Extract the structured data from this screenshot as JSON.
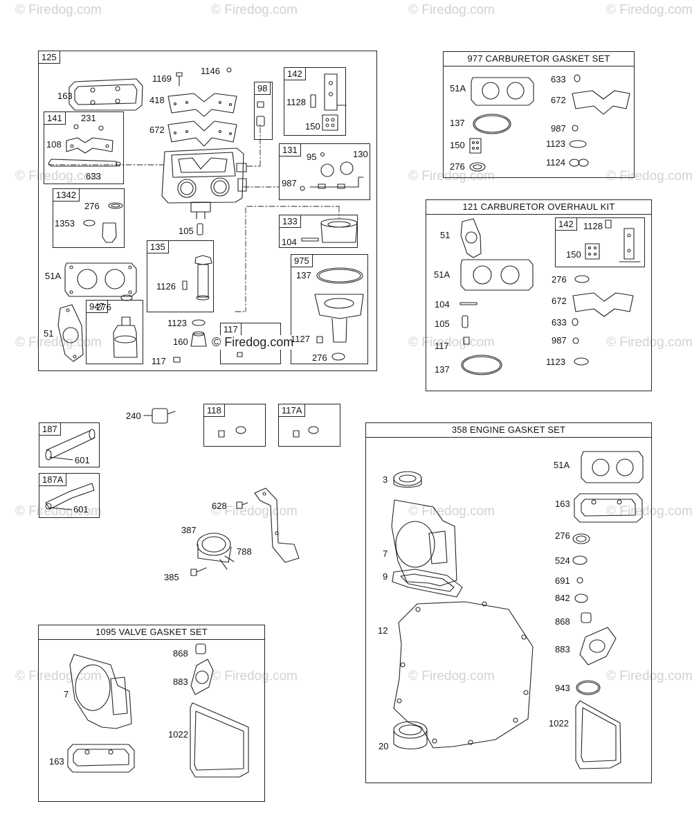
{
  "watermark": "© Firedog.com",
  "center_watermark": "© Firedog.com",
  "main_box": {
    "tag": "125"
  },
  "sub_boxes": {
    "b141": "141",
    "b1342": "1342",
    "b947": "947",
    "b98": "98",
    "b142": "142",
    "b131": "131",
    "b133": "133",
    "b135": "135",
    "b975": "975",
    "b117": "117",
    "b187": "187",
    "b187a": "187A",
    "b118": "118",
    "b117a": "117A",
    "b142k": "142"
  },
  "titles": {
    "gasket977": "977 CARBURETOR GASKET SET",
    "overhaul121": "121 CARBURETOR OVERHAUL KIT",
    "engine358": "358 ENGINE GASKET SET",
    "valve1095": "1095 VALVE GASKET SET"
  },
  "labels": {
    "m163": "163",
    "m1169": "1169",
    "m1146": "1146",
    "m418": "418",
    "m672": "672",
    "m231": "231",
    "m108": "108",
    "m633": "633",
    "m276a": "276",
    "m1353": "1353",
    "m51a": "51A",
    "m51": "51",
    "m276b": "276",
    "m1128": "1128",
    "m150": "150",
    "m95": "95",
    "m130": "130",
    "m987": "987",
    "m104": "104",
    "m105": "105",
    "m1126": "1126",
    "m137": "137",
    "m1123": "1123",
    "m160": "160",
    "m117": "117",
    "m1127": "1127",
    "m276c": "276",
    "g51a": "51A",
    "g633": "633",
    "g672": "672",
    "g137": "137",
    "g987": "987",
    "g150": "150",
    "g1123": "1123",
    "g276": "276",
    "g1124": "1124",
    "o51": "51",
    "o1128": "1128",
    "o150": "150",
    "o51a": "51A",
    "o276": "276",
    "o104": "104",
    "o672": "672",
    "o105": "105",
    "o633": "633",
    "o117": "117",
    "o987": "987",
    "o137": "137",
    "o1123": "1123",
    "l240": "240",
    "l601a": "601",
    "l601b": "601",
    "l628": "628",
    "l387": "387",
    "l788": "788",
    "l385": "385",
    "e3": "3",
    "e51a": "51A",
    "e163": "163",
    "e7": "7",
    "e276": "276",
    "e524": "524",
    "e9": "9",
    "e691": "691",
    "e842": "842",
    "e868": "868",
    "e12": "12",
    "e883": "883",
    "e943": "943",
    "e1022": "1022",
    "e20": "20",
    "v868": "868",
    "v883": "883",
    "v7": "7",
    "v1022": "1022",
    "v163": "163"
  },
  "colors": {
    "line": "#222222",
    "watermark": "#d2d2d2"
  }
}
